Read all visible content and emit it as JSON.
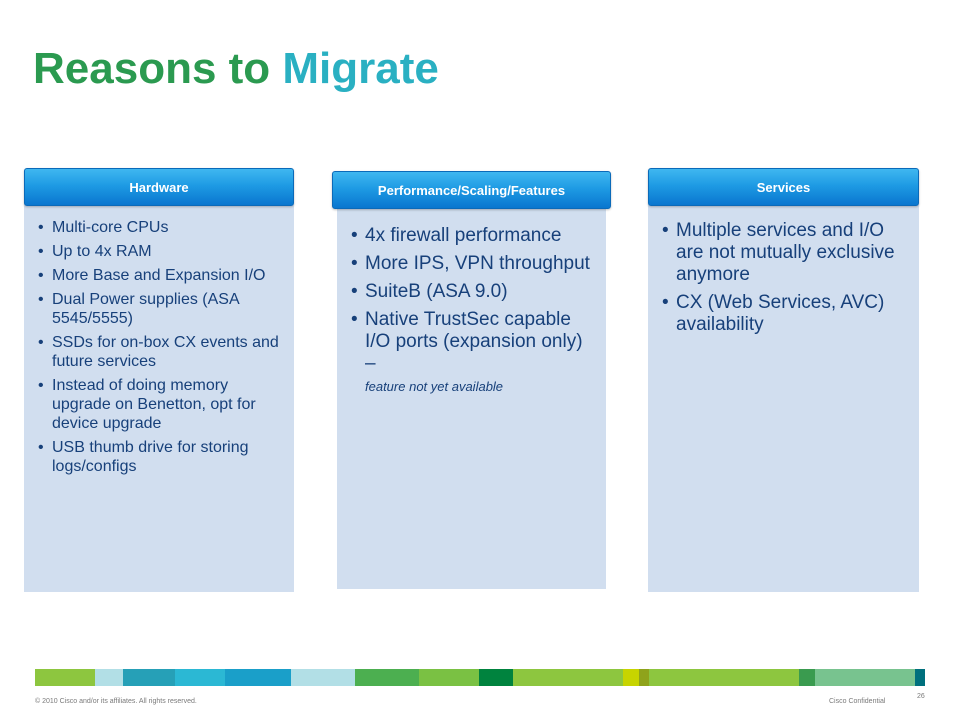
{
  "slide": {
    "title_part1": "Reasons to ",
    "title_part2": "Migrate"
  },
  "columns": [
    {
      "header": "Hardware",
      "items": [
        "Multi-core CPUs",
        "Up to 4x RAM",
        "More Base and Expansion I/O",
        "Dual Power supplies (ASA 5545/5555)",
        "SSDs for on-box CX events and future services",
        "Instead of doing memory upgrade on Benetton, opt for device upgrade",
        "USB thumb drive for storing logs/configs"
      ]
    },
    {
      "header": "Performance/Scaling/Features",
      "items": [
        "4x firewall performance",
        "More IPS, VPN throughput",
        "SuiteB (ASA 9.0)",
        "Native TrustSec capable I/O ports (expansion only) –"
      ],
      "note": "feature not yet available"
    },
    {
      "header": "Services",
      "items": [
        "Multiple services and I/O are not mutually exclusive anymore",
        "CX (Web Services, AVC) availability"
      ]
    }
  ],
  "footer": {
    "copyright": "© 2010 Cisco and/or its affiliates. All rights reserved.",
    "confidential": "Cisco Confidential",
    "page_number": "26"
  },
  "colors": {
    "title_green": "#2b9a50",
    "title_teal": "#2ab0c2",
    "panel_bg": "#d1deef",
    "header_blue": "#1e9be4",
    "footer_stripes": [
      "#8dc63f",
      "#b2dfe6",
      "#26a0b7",
      "#2bb8d4",
      "#1a9fc9",
      "#b2dfe6",
      "#4caf50",
      "#7ac143",
      "#00833e",
      "#8dc63f",
      "#c7d400",
      "#8fa31b",
      "#8dc63f",
      "#3a9b4f",
      "#78c38f",
      "#00707d"
    ]
  }
}
